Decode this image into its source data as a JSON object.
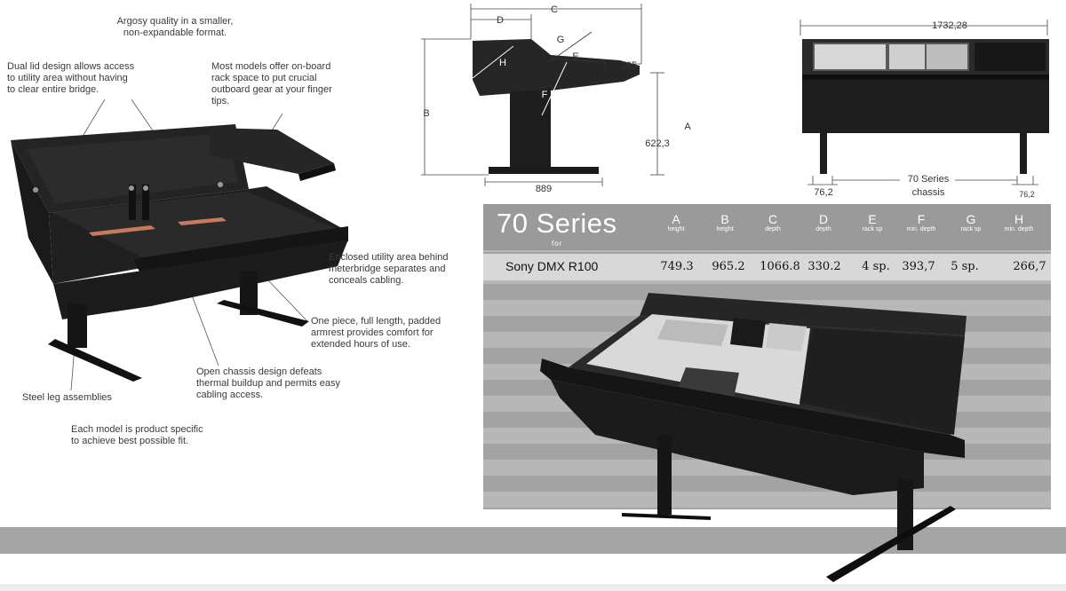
{
  "notes": {
    "argosy": "Argosy quality in a smaller,\nnon-expandable format.",
    "dual_lid": "Dual lid design allows access\nto utility area without having\nto clear entire bridge.",
    "rack_space": "Most models offer on-board\nrack space to put crucial\noutboard gear at your finger\ntips.",
    "enclosed": "Enclosed utility area behind\nmeterbridge separates and\nconceals cabling.",
    "armrest": "One piece, full length, padded\narmrest provides comfort for\nextended hours of use.",
    "open_chassis": "Open chassis design defeats\nthermal buildup and permits easy\ncabling access.",
    "steel_leg": "Steel leg assemblies",
    "product_specific": "Each model is product specific\nto achieve best possible fit."
  },
  "side_drawing": {
    "label_c": "C",
    "label_d": "D",
    "label_g": "G",
    "label_e": "E",
    "label_h": "H",
    "label_f": "F",
    "label_b": "B",
    "label_a": "A",
    "dim_165": "165",
    "dim_622": "622,3",
    "dim_889": "889"
  },
  "front_drawing": {
    "dim_width": "1732,28",
    "dim_leg_left": "76,2",
    "dim_leg_right": "76,2",
    "chassis_label_1": "70 Series",
    "chassis_label_2": "chassis"
  },
  "spec_table": {
    "title": "70 Series",
    "for_label": "for",
    "columns": [
      {
        "letter": "A",
        "desc": "height"
      },
      {
        "letter": "B",
        "desc": "height"
      },
      {
        "letter": "C",
        "desc": "depth"
      },
      {
        "letter": "D",
        "desc": "depth"
      },
      {
        "letter": "E",
        "desc": "rack sp"
      },
      {
        "letter": "F",
        "desc": "min. depth"
      },
      {
        "letter": "G",
        "desc": "rack sp"
      },
      {
        "letter": "H",
        "desc": "min. depth"
      }
    ],
    "row": {
      "model": "Sony DMX R100",
      "values": [
        "749.3",
        "965.2",
        "1066.8",
        "330.2",
        "4 sp.",
        "393,7",
        "5 sp.",
        "266,7"
      ]
    }
  },
  "colors": {
    "panel_header": "#9a9a9a",
    "panel_stripe_light": "#b7b7b7",
    "panel_stripe_dark": "#a3a3a3",
    "furniture": "#1e1e1e"
  }
}
